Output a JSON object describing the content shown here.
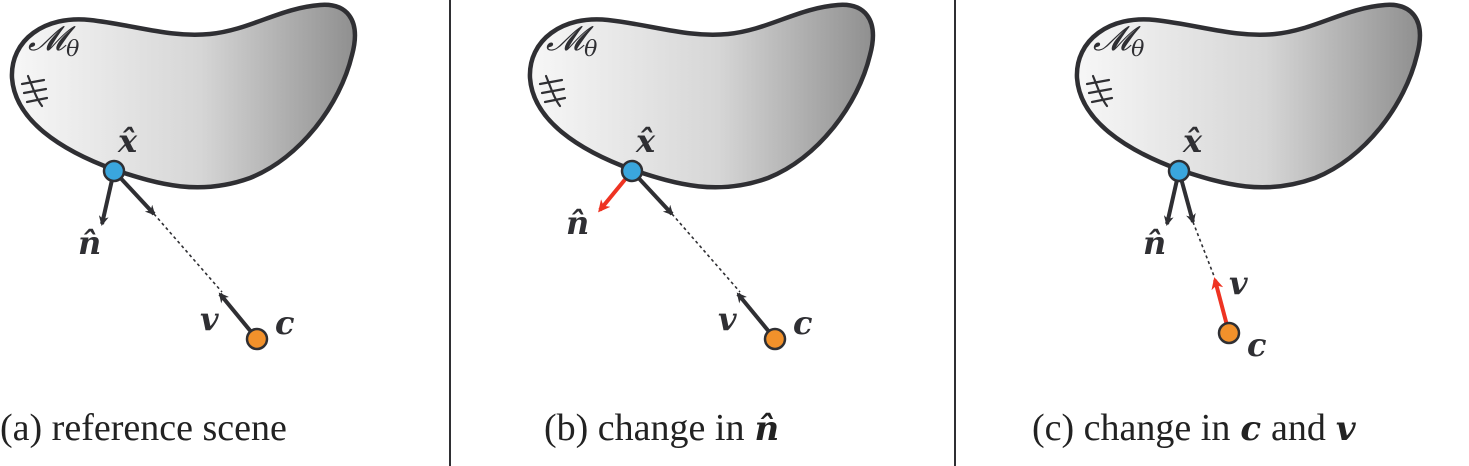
{
  "manifold_label": "𝓜",
  "manifold_subscript": "θ",
  "symbols": {
    "x_hat": "x̂",
    "n_hat": "n̂",
    "v": "v",
    "c": "c"
  },
  "panels": [
    {
      "caption_prefix": "(a) reference scene",
      "caption_symbol_1": "",
      "caption_middle": "",
      "caption_symbol_2": ""
    },
    {
      "caption_prefix": "(b) change in",
      "caption_symbol_1": "n̂",
      "caption_middle": "",
      "caption_symbol_2": ""
    },
    {
      "caption_prefix": "(c) change in",
      "caption_symbol_1": "c",
      "caption_middle": "and",
      "caption_symbol_2": "v"
    }
  ],
  "colors": {
    "surface_point": "#3aa6dd",
    "camera": "#f2912b",
    "highlight_arrow": "#ee3322",
    "outline": "#2f2f33",
    "shape_light": "#f7f7f7",
    "shape_dark": "#8f8f8f"
  }
}
